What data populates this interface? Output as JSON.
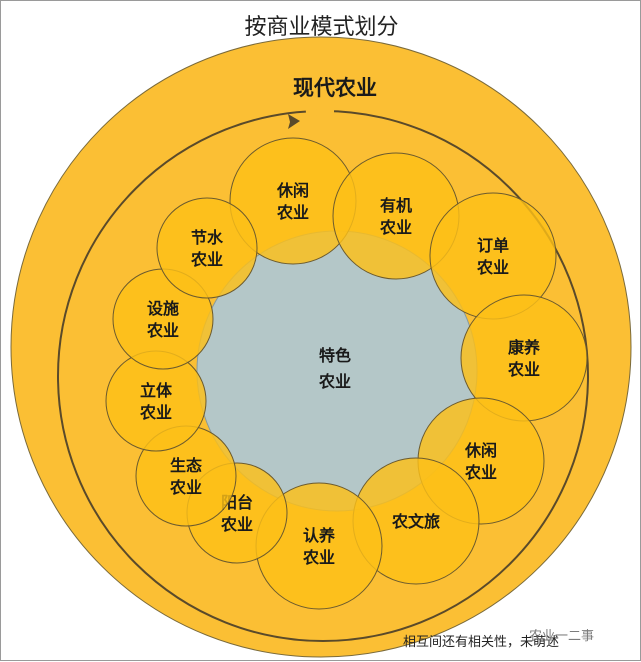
{
  "title": "按商业模式划分",
  "outer_label": "现代农业",
  "center_label": [
    "特色",
    "农业"
  ],
  "nodes": [
    {
      "lines": [
        "休闲",
        "农业"
      ]
    },
    {
      "lines": [
        "有机",
        "农业"
      ]
    },
    {
      "lines": [
        "订单",
        "农业"
      ]
    },
    {
      "lines": [
        "康养",
        "农业"
      ]
    },
    {
      "lines": [
        "休闲",
        "农业"
      ]
    },
    {
      "lines": [
        "农文旅"
      ]
    },
    {
      "lines": [
        "认养",
        "农业"
      ]
    },
    {
      "lines": [
        "阳台",
        "农业"
      ]
    },
    {
      "lines": [
        "生态",
        "农业"
      ]
    },
    {
      "lines": [
        "立体",
        "农业"
      ]
    },
    {
      "lines": [
        "设施",
        "农业"
      ]
    },
    {
      "lines": [
        "节水",
        "农业"
      ]
    }
  ],
  "note": "相互间还有相关性，未萌述",
  "watermark": "农业一二事",
  "colors": {
    "outer_fill": "#fbbf34",
    "circle_fill": "#fdbf17",
    "center_fill": "#b4c7c8",
    "stroke": "#6b5a2e"
  }
}
